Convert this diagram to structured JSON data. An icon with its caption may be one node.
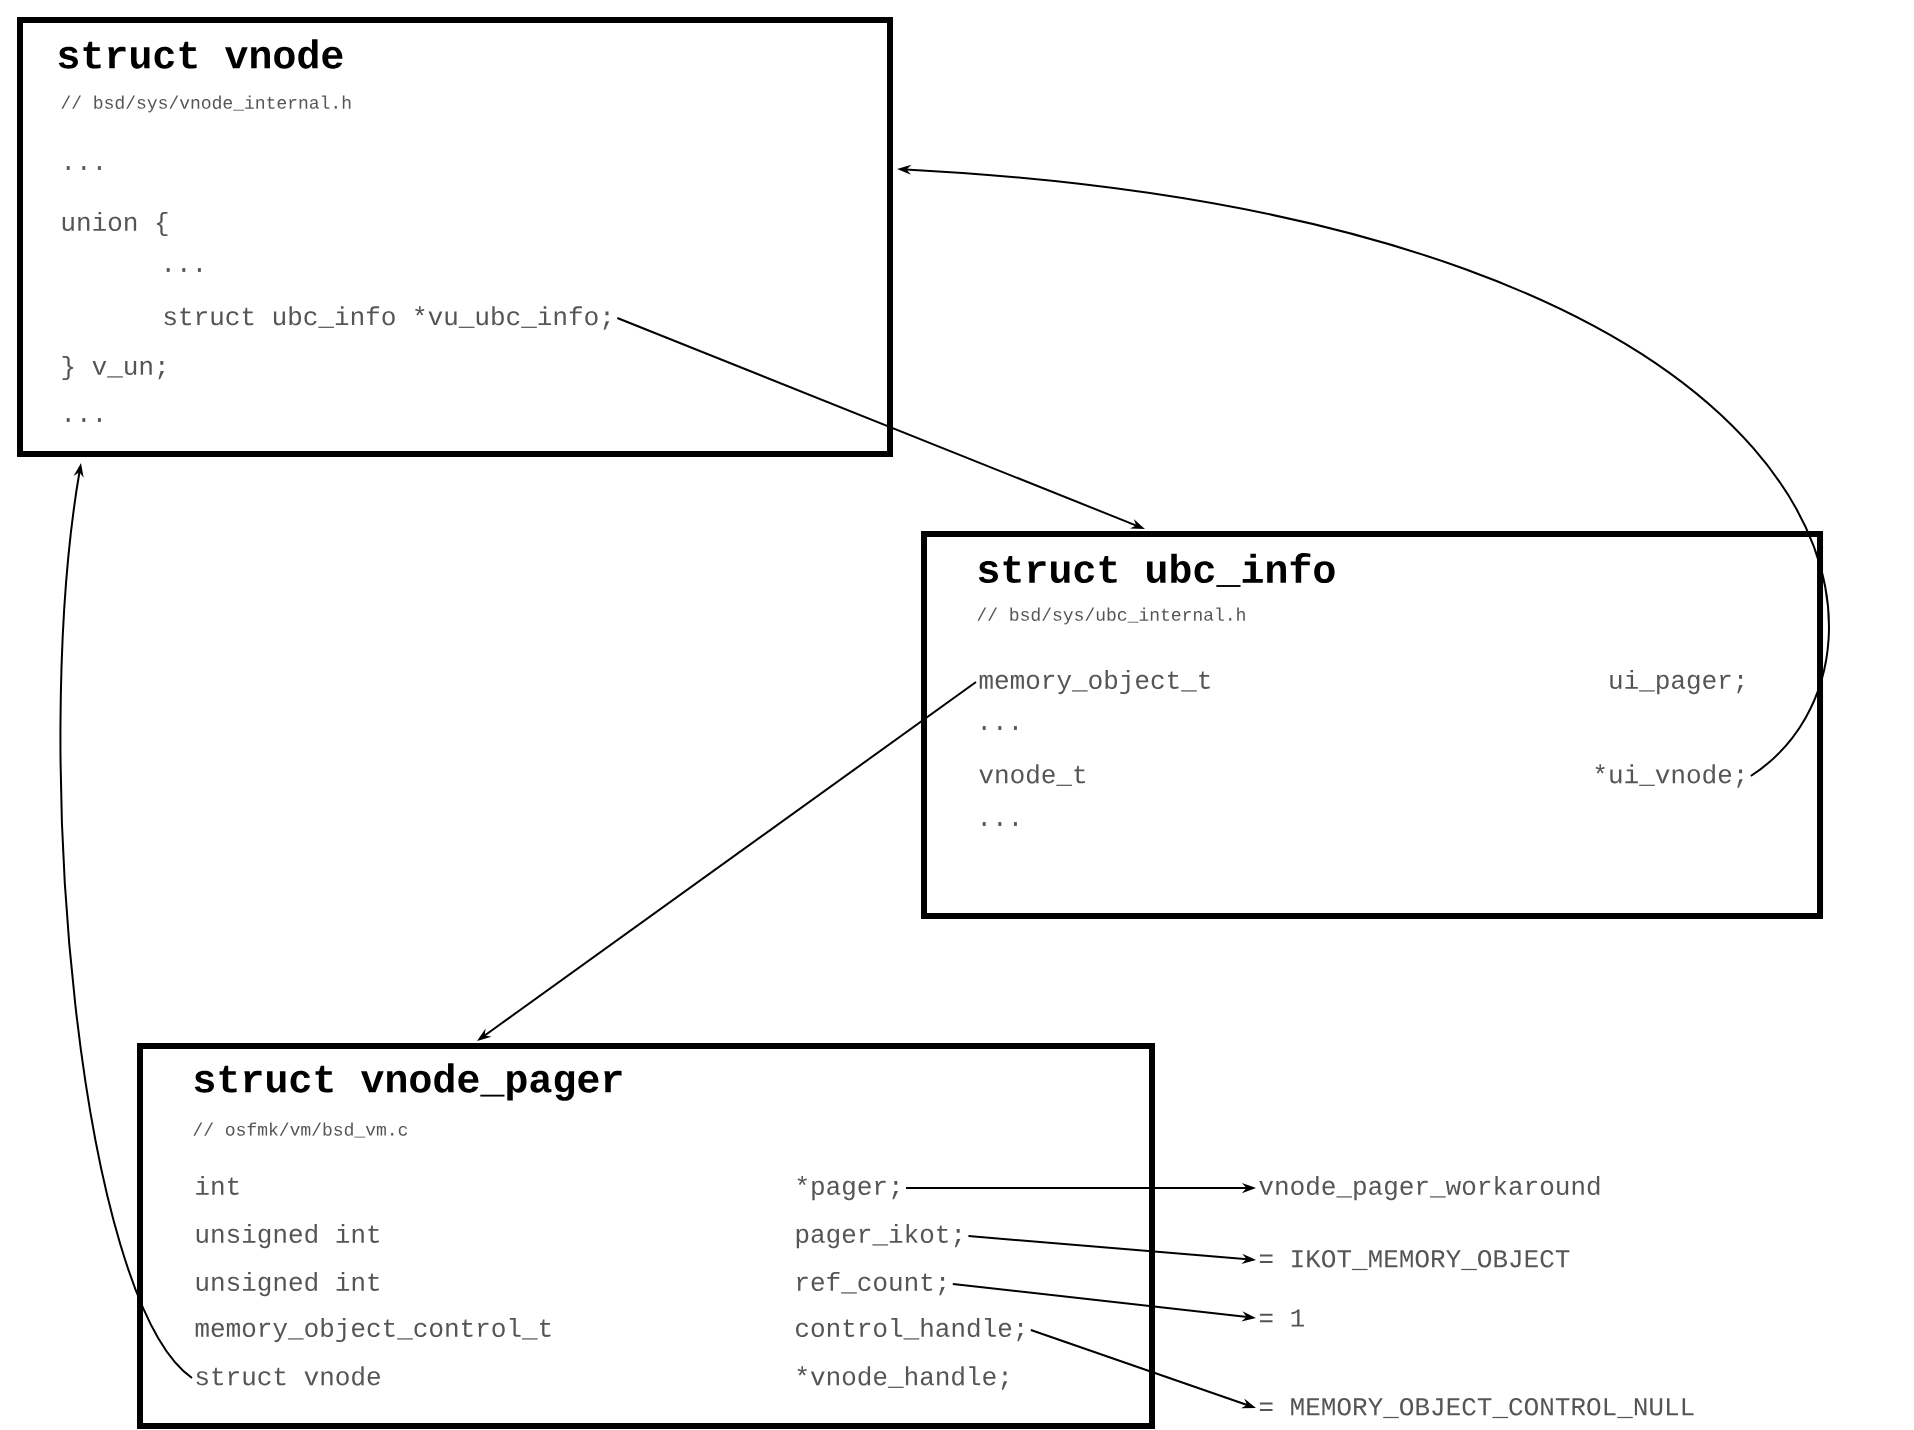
{
  "diagram": {
    "nodes": [
      {
        "text": [
          "struct vnode",
          "// bsd/sys/vnode_internal.h",
          "...",
          "union {",
          "...",
          "} v_un;",
          "..."
        ]
      },
      {
        "text": [
          "struct ubc_info *vu_ubc_info;"
        ],
        "in": 0
      },
      {
        "text": [
          "struct ubc_info",
          "// bsd/sys/ubc_internal.h",
          "...",
          "..."
        ]
      },
      {
        "text": [
          "memory_object_t",
          "ui_pager;"
        ],
        "in": 2
      },
      {
        "text": [
          "vnode_t",
          "*ui_vnode;"
        ],
        "in": 2
      },
      {
        "text": [
          "struct vnode_pager",
          "// osfmk/vm/bsd_vm.c"
        ]
      },
      {
        "text": [
          "int",
          "*pager;"
        ],
        "in": 5
      },
      {
        "text": [
          "unsigned int",
          "pager_ikot;"
        ],
        "in": 5
      },
      {
        "text": [
          "unsigned int",
          "ref_count;"
        ],
        "in": 5
      },
      {
        "text": [
          "memory_object_control_t",
          "control_handle;"
        ],
        "in": 5
      },
      {
        "text": [
          "struct vnode",
          "*vnode_handle;"
        ],
        "in": 5
      },
      {
        "text": [
          "vnode_pager_workaround"
        ]
      },
      {
        "text": [
          "= IKOT_MEMORY_OBJECT"
        ]
      },
      {
        "text": [
          "= 1"
        ]
      },
      {
        "text": [
          "= MEMORY_OBJECT_CONTROL_NULL"
        ]
      }
    ],
    "edges": [
      {
        "from": 1,
        "to": 2,
        "arrow": "to"
      },
      {
        "from": 4,
        "to": 0,
        "arrow": "to"
      },
      {
        "from": 3,
        "to": 5,
        "arrow": "to"
      },
      {
        "from": 10,
        "to": 0,
        "arrow": "to"
      },
      {
        "from": 6,
        "to": 11,
        "arrow": "to"
      },
      {
        "from": 7,
        "to": 12,
        "arrow": "to"
      },
      {
        "from": 8,
        "to": 13,
        "arrow": "to"
      },
      {
        "from": 9,
        "to": 14,
        "arrow": "to"
      }
    ]
  }
}
